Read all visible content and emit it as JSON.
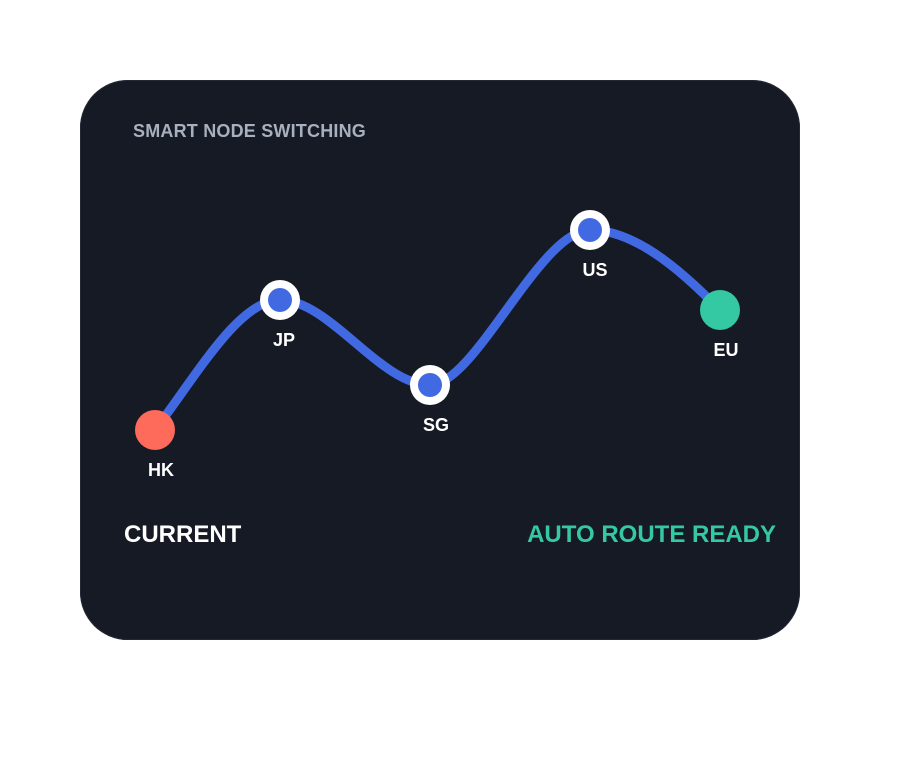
{
  "title": "SMART NODE SWITCHING",
  "nodes": [
    {
      "label": "HK",
      "role": "start",
      "color": "#ff6b5b"
    },
    {
      "label": "JP",
      "role": "waypoint",
      "color": "#4169e1"
    },
    {
      "label": "SG",
      "role": "waypoint",
      "color": "#4169e1"
    },
    {
      "label": "US",
      "role": "waypoint",
      "color": "#4169e1"
    },
    {
      "label": "EU",
      "role": "end",
      "color": "#34c9a3"
    }
  ],
  "footer": {
    "status_left": "CURRENT",
    "status_right": "AUTO ROUTE READY"
  },
  "colors": {
    "card_bg": "#151a25",
    "route_line": "#4169e1",
    "status_ready": "#34c9a3",
    "title": "#a8afbd"
  }
}
